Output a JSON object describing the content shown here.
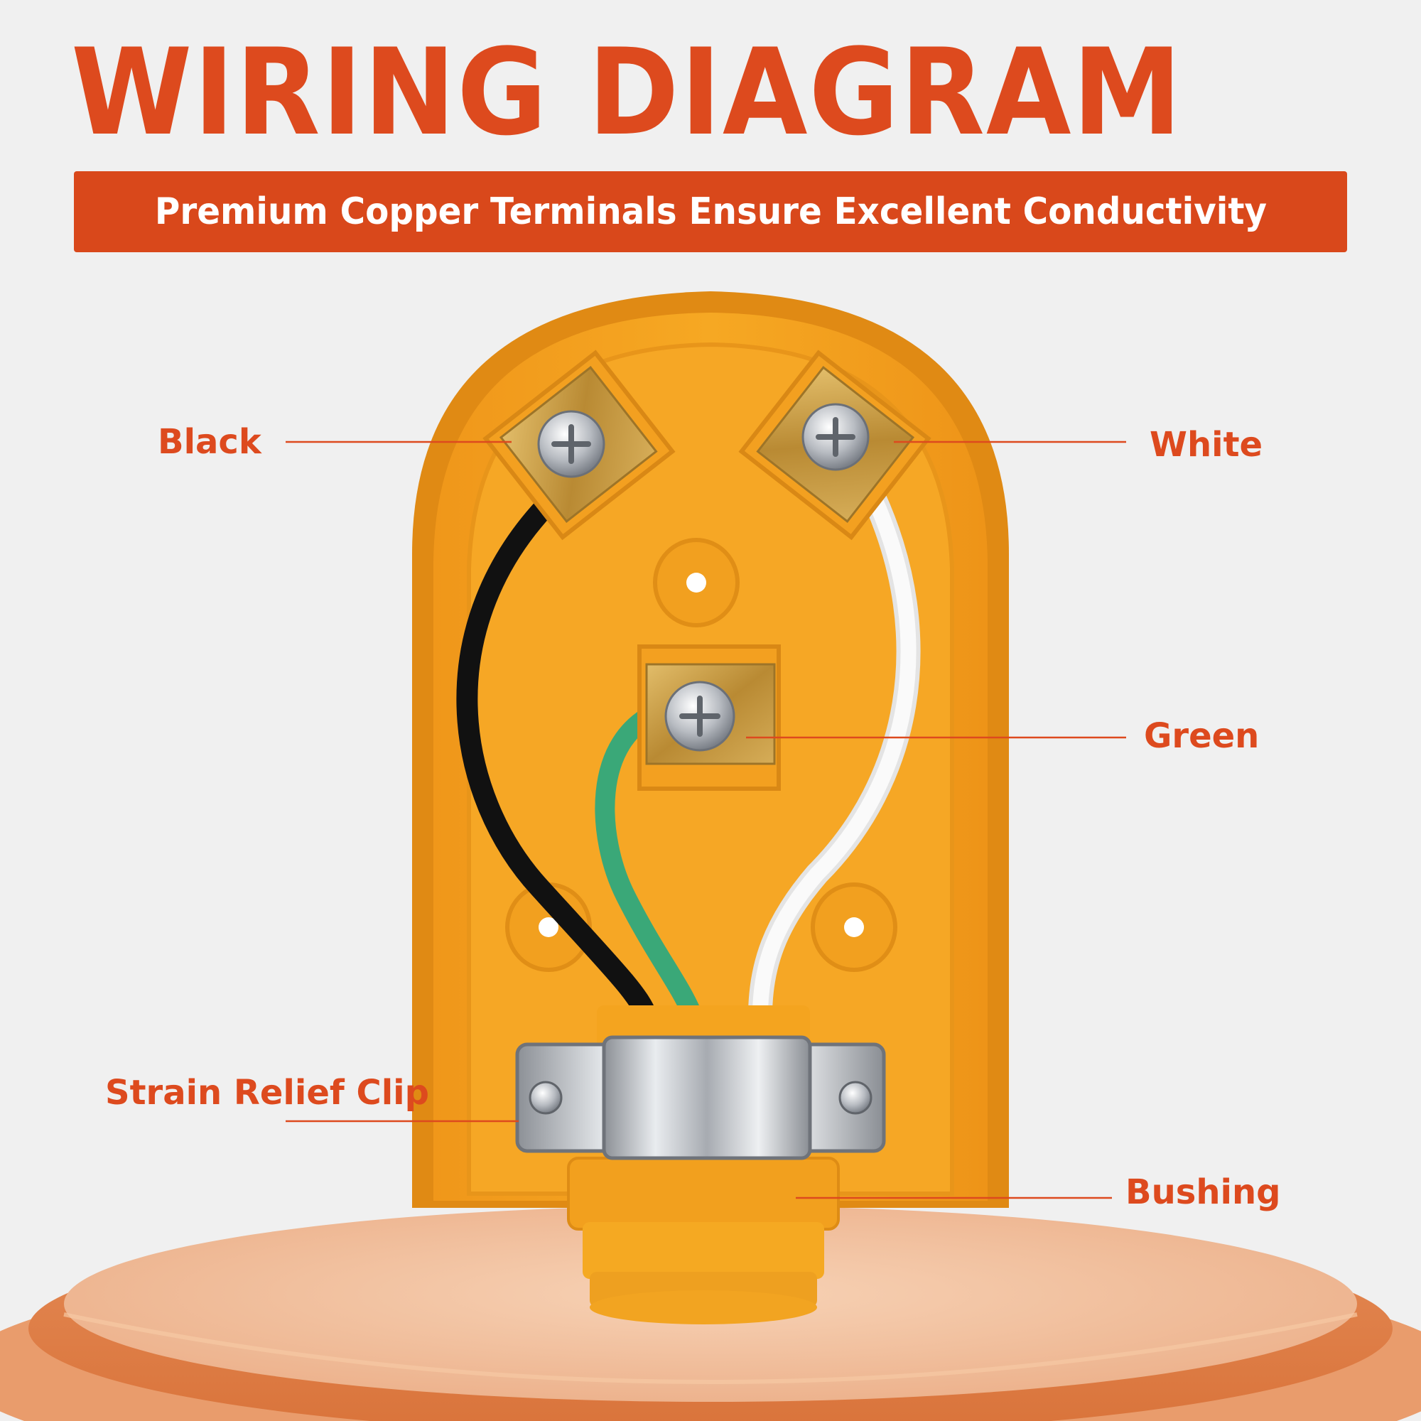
{
  "header": {
    "title": "WIRING DIAGRAM",
    "subtitle": "Premium Copper Terminals Ensure Excellent Conductivity"
  },
  "labels": {
    "black": "Black",
    "white": "White",
    "green": "Green",
    "strain_relief": "Strain Relief Clip",
    "bushing": "Bushing"
  },
  "colors": {
    "accent": "#dd4a1e",
    "plug_body": "#f5a21f",
    "copper": "#c99a3c",
    "wire_black": "#111111",
    "wire_white": "#f4f4f4",
    "wire_green": "#3aa878"
  }
}
